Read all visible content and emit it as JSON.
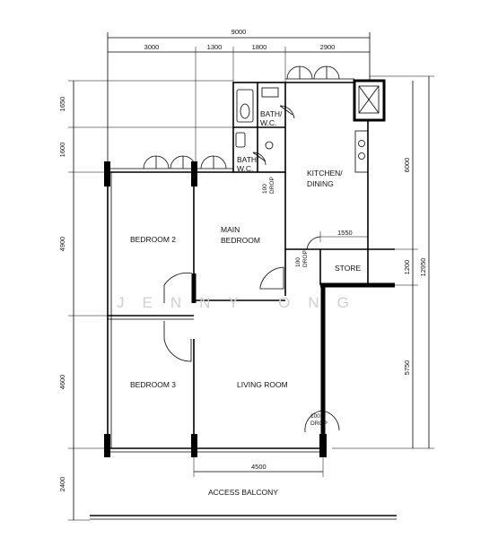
{
  "rooms": {
    "bedroom2": "BEDROOM 2",
    "main_bedroom_1": "MAIN",
    "main_bedroom_2": "BEDROOM",
    "bedroom3": "BEDROOM 3",
    "living": "LIVING ROOM",
    "kitchen_1": "KITCHEN/",
    "kitchen_2": "DINING",
    "store": "STORE",
    "bath1_1": "BATH/",
    "bath1_2": "W.C.",
    "bath2_1": "BATH/",
    "bath2_2": "W.C.",
    "balcony": "ACCESS BALCONY"
  },
  "drops": {
    "value": "100",
    "label": "DROP"
  },
  "dimensions": {
    "top_total": "9000",
    "top_segments": [
      "3000",
      "1300",
      "1800",
      "2900"
    ],
    "left_segments": [
      "1650",
      "1600",
      "4900",
      "4600",
      "2400"
    ],
    "right_upper": "6000",
    "right_total": "12950",
    "right_store": "1200",
    "right_lower": "5750",
    "kitchen_width": "1550",
    "bottom_living": "4500"
  },
  "watermark": "JENNY ONG"
}
